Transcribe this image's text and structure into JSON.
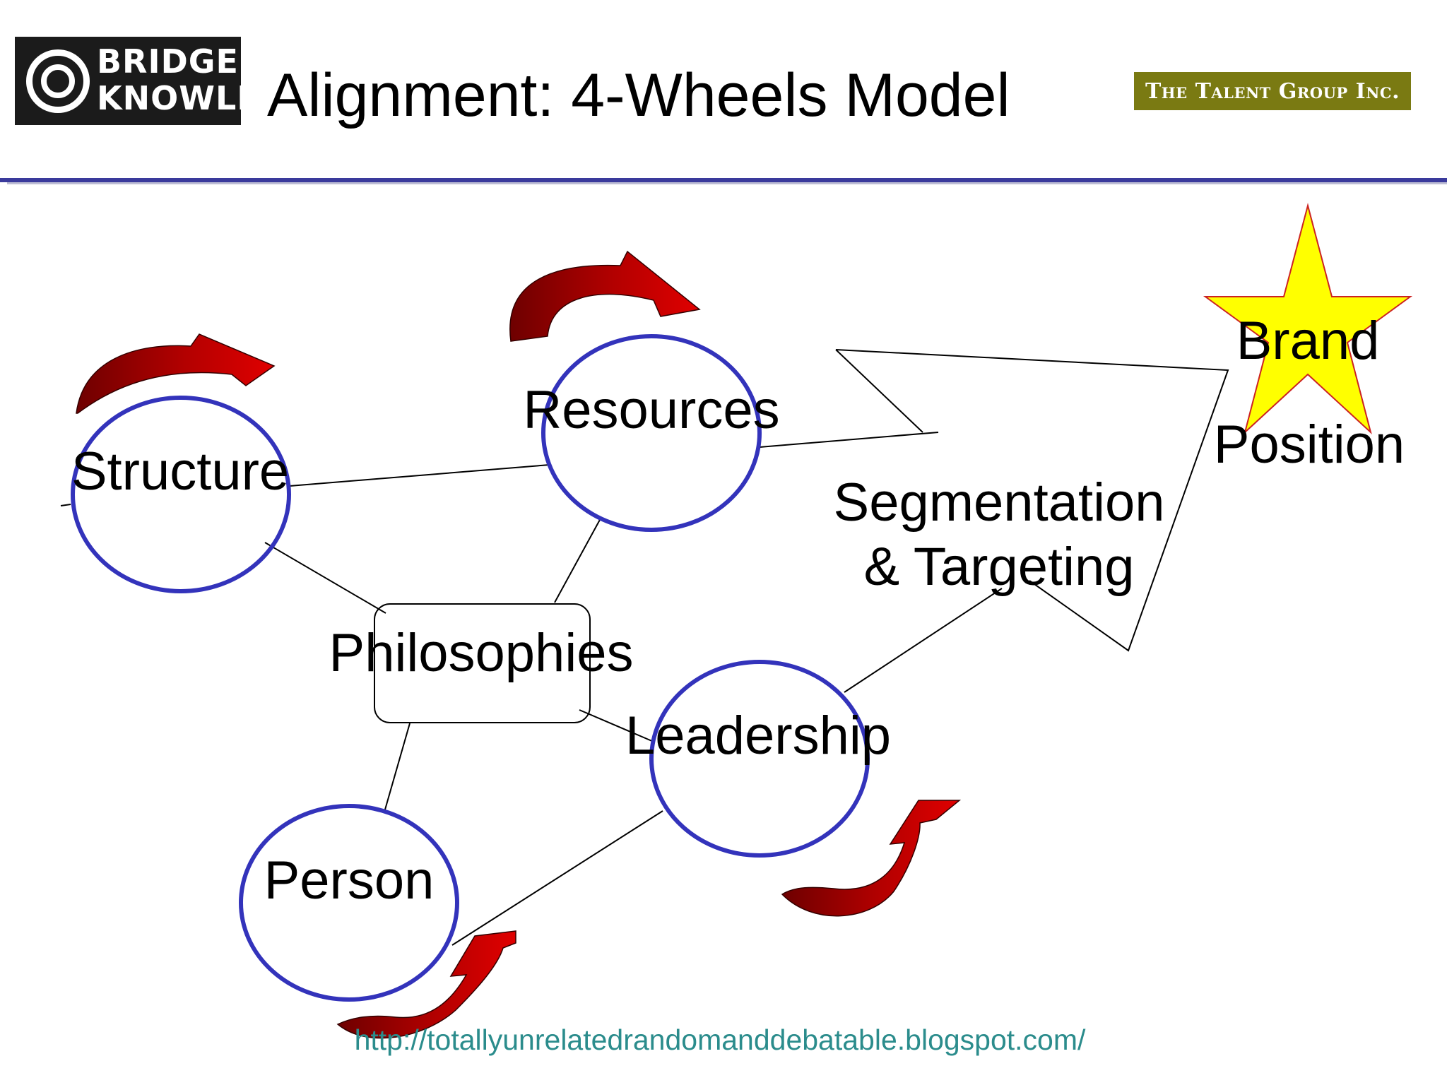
{
  "header": {
    "logo_left_line1": "BRIDGE",
    "logo_left_line2": "KNOWLE",
    "title": "Alignment: 4-Wheels Model",
    "logo_right_text": "The Talent Group Inc."
  },
  "diagram": {
    "wheels": [
      {
        "label": "Structure"
      },
      {
        "label": "Resources"
      },
      {
        "label": "Leadership"
      },
      {
        "label": "Person"
      }
    ],
    "hub": {
      "label": "Philosophies"
    },
    "segmentation_line1": "Segmentation",
    "segmentation_line2": "& Targeting",
    "brand_line1": "Brand",
    "brand_line2": "Position"
  },
  "footer": {
    "url": "http://totallyunrelatedrandomanddebatable.blogspot.com/"
  },
  "colors": {
    "wheel_stroke": "#3333bb",
    "arrow_fill": "#cc0000",
    "arrow_dark": "#6e0000",
    "star_fill": "#ffff00",
    "star_stroke": "#cc2222",
    "header_rule": "#3a3a9c",
    "url_text": "#2b8c8c",
    "logo_right_bg": "#7a7a12"
  }
}
